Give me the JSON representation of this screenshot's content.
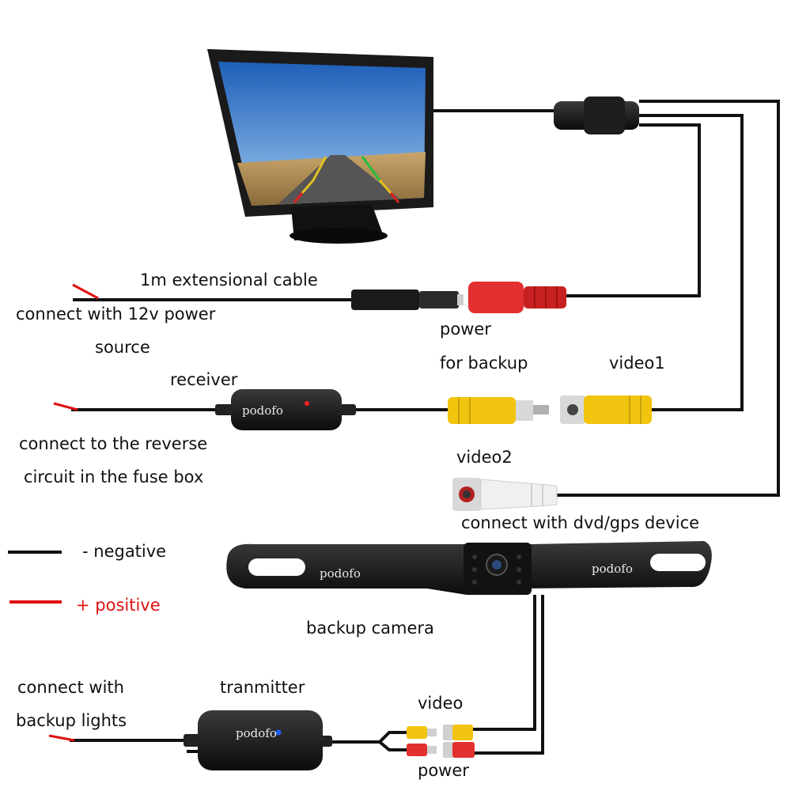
{
  "labels": {
    "extension_cable": "1m extensional cable",
    "power_source_line1": "connect with 12v power",
    "power_source_line2": "source",
    "power": "power",
    "for_backup": "for backup",
    "video1": "video1",
    "receiver": "receiver",
    "reverse_line1": "connect to the reverse",
    "reverse_line2": "circuit in the fuse box",
    "video2": "video2",
    "dvd_gps": "connect with dvd/gps device",
    "negative": "- negative",
    "positive": "+ positive",
    "backup_camera": "backup camera",
    "backup_lights_line1": "connect with",
    "backup_lights_line2": "backup lights",
    "transmitter": "tranmitter",
    "video": "video",
    "power_bottom": "power"
  },
  "brand": {
    "receiver": "podofo",
    "camera_left": "podofo",
    "camera_right": "podofo",
    "transmitter": "podofo"
  },
  "colors": {
    "wire_negative": "#111111",
    "wire_positive": "#e01010",
    "rca_video": "#f1c40f",
    "rca_power": "#e23030",
    "rca_audio": "#f0f0f0"
  }
}
